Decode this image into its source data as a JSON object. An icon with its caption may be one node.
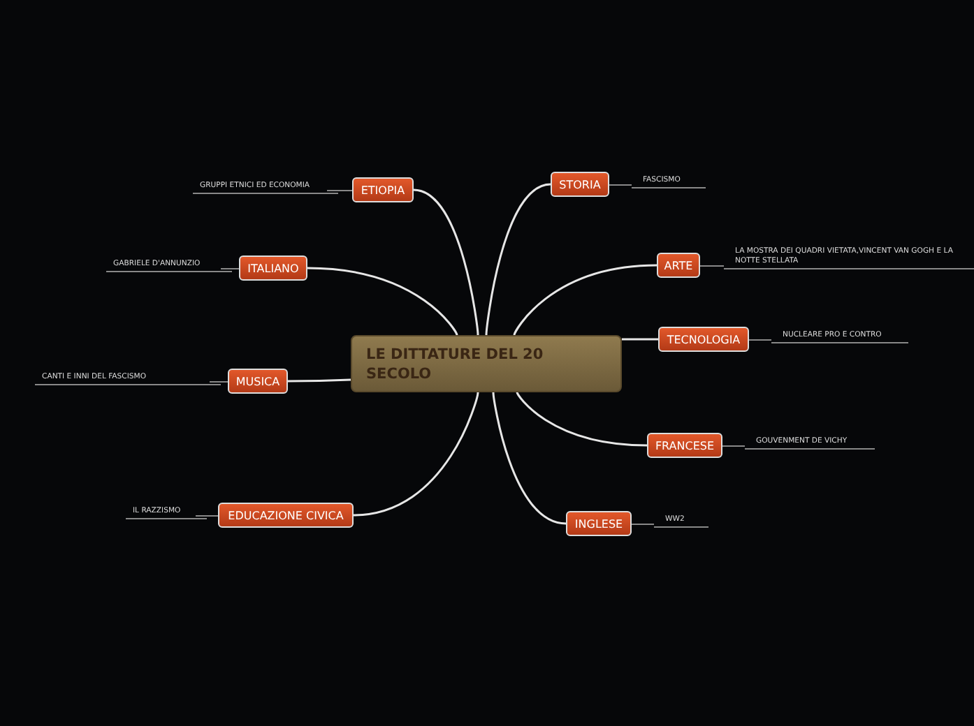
{
  "diagram": {
    "nodes": [
      {
        "text": [
          "LE DITTATURE DEL 20 SECOLO"
        ]
      },
      {
        "text": [
          "ETIOPIA"
        ]
      },
      {
        "text": [
          "GRUPPI ETNICI ED ECONOMIA"
        ]
      },
      {
        "text": [
          "ITALIANO"
        ]
      },
      {
        "text": [
          "GABRIELE D'ANNUNZIO"
        ]
      },
      {
        "text": [
          "MUSICA"
        ]
      },
      {
        "text": [
          "CANTI E INNI DEL FASCISMO"
        ]
      },
      {
        "text": [
          "EDUCAZIONE CIVICA"
        ]
      },
      {
        "text": [
          "IL RAZZISMO"
        ]
      },
      {
        "text": [
          "STORIA"
        ]
      },
      {
        "text": [
          "FASCISMO"
        ]
      },
      {
        "text": [
          "ARTE"
        ]
      },
      {
        "text": [
          "LA MOSTRA DEI QUADRI VIETATA,VINCENT VAN GOGH E LA NOTTE STELLATA"
        ]
      },
      {
        "text": [
          "TECNOLOGIA"
        ]
      },
      {
        "text": [
          "NUCLEARE PRO E CONTRO"
        ]
      },
      {
        "text": [
          "FRANCESE"
        ]
      },
      {
        "text": [
          "GOUVENMENT DE VICHY"
        ]
      },
      {
        "text": [
          "INGLESE"
        ]
      },
      {
        "text": [
          "WW2"
        ]
      }
    ],
    "edges": [
      {
        "from": 0,
        "to": 1,
        "arrow": "none"
      },
      {
        "from": 1,
        "to": 2,
        "arrow": "none",
        "color": "#888888"
      },
      {
        "from": 0,
        "to": 3,
        "arrow": "none"
      },
      {
        "from": 3,
        "to": 4,
        "arrow": "none",
        "color": "#888888"
      },
      {
        "from": 0,
        "to": 5,
        "arrow": "none"
      },
      {
        "from": 5,
        "to": 6,
        "arrow": "none",
        "color": "#888888"
      },
      {
        "from": 0,
        "to": 7,
        "arrow": "none"
      },
      {
        "from": 7,
        "to": 8,
        "arrow": "none",
        "color": "#888888"
      },
      {
        "from": 0,
        "to": 9,
        "arrow": "none"
      },
      {
        "from": 9,
        "to": 10,
        "arrow": "none",
        "color": "#888888"
      },
      {
        "from": 0,
        "to": 11,
        "arrow": "none"
      },
      {
        "from": 11,
        "to": 12,
        "arrow": "none",
        "color": "#888888"
      },
      {
        "from": 0,
        "to": 13,
        "arrow": "none"
      },
      {
        "from": 13,
        "to": 14,
        "arrow": "none",
        "color": "#888888"
      },
      {
        "from": 0,
        "to": 15,
        "arrow": "none"
      },
      {
        "from": 15,
        "to": 16,
        "arrow": "none",
        "color": "#888888"
      },
      {
        "from": 0,
        "to": 17,
        "arrow": "none"
      },
      {
        "from": 17,
        "to": 18,
        "arrow": "none",
        "color": "#888888"
      }
    ]
  }
}
